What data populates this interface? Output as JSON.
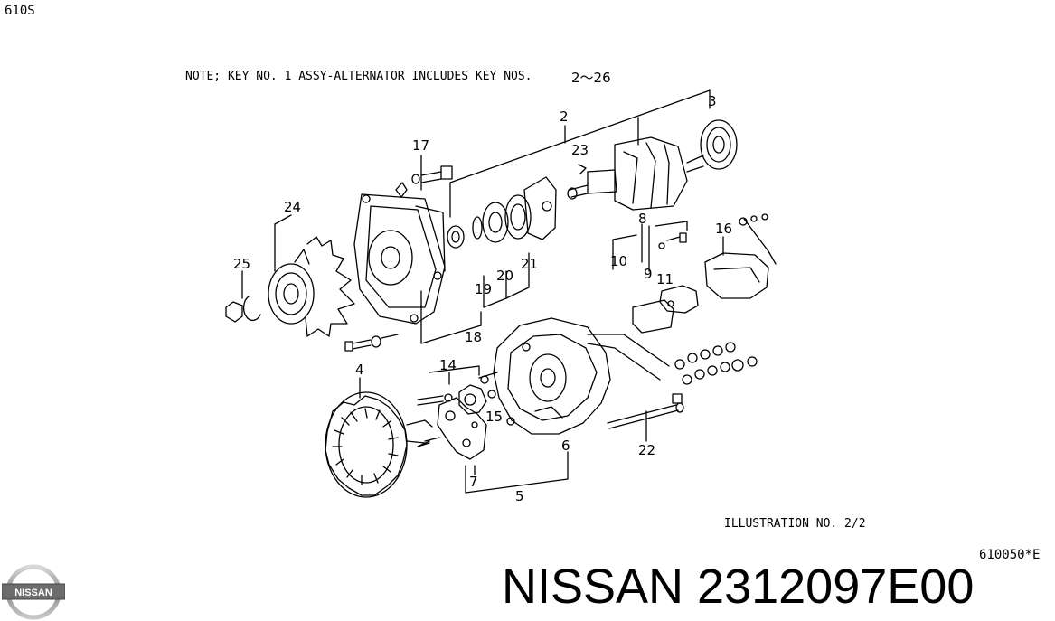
{
  "header": {
    "code": "610S"
  },
  "note": {
    "text": "NOTE;  KEY NO. 1 ASSY-ALTERNATOR INCLUDES KEY NOS.",
    "range": "2〜26"
  },
  "labels": {
    "k2": "2",
    "k3": "3",
    "k4": "4",
    "k5": "5",
    "k6": "6",
    "k7": "7",
    "k8": "8",
    "k9": "9",
    "k10": "10",
    "k11": "11",
    "k14": "14",
    "k15": "15",
    "k16": "16",
    "k17": "17",
    "k18": "18",
    "k19": "19",
    "k20": "20",
    "k21": "21",
    "k22": "22",
    "k23": "23",
    "k24": "24",
    "k25": "25"
  },
  "illustration": {
    "text": "ILLUSTRATION NO. 2/2"
  },
  "drawing_code": "610050*E",
  "logo": {
    "text": "NISSAN"
  },
  "part_title": "NISSAN 2312097E00"
}
